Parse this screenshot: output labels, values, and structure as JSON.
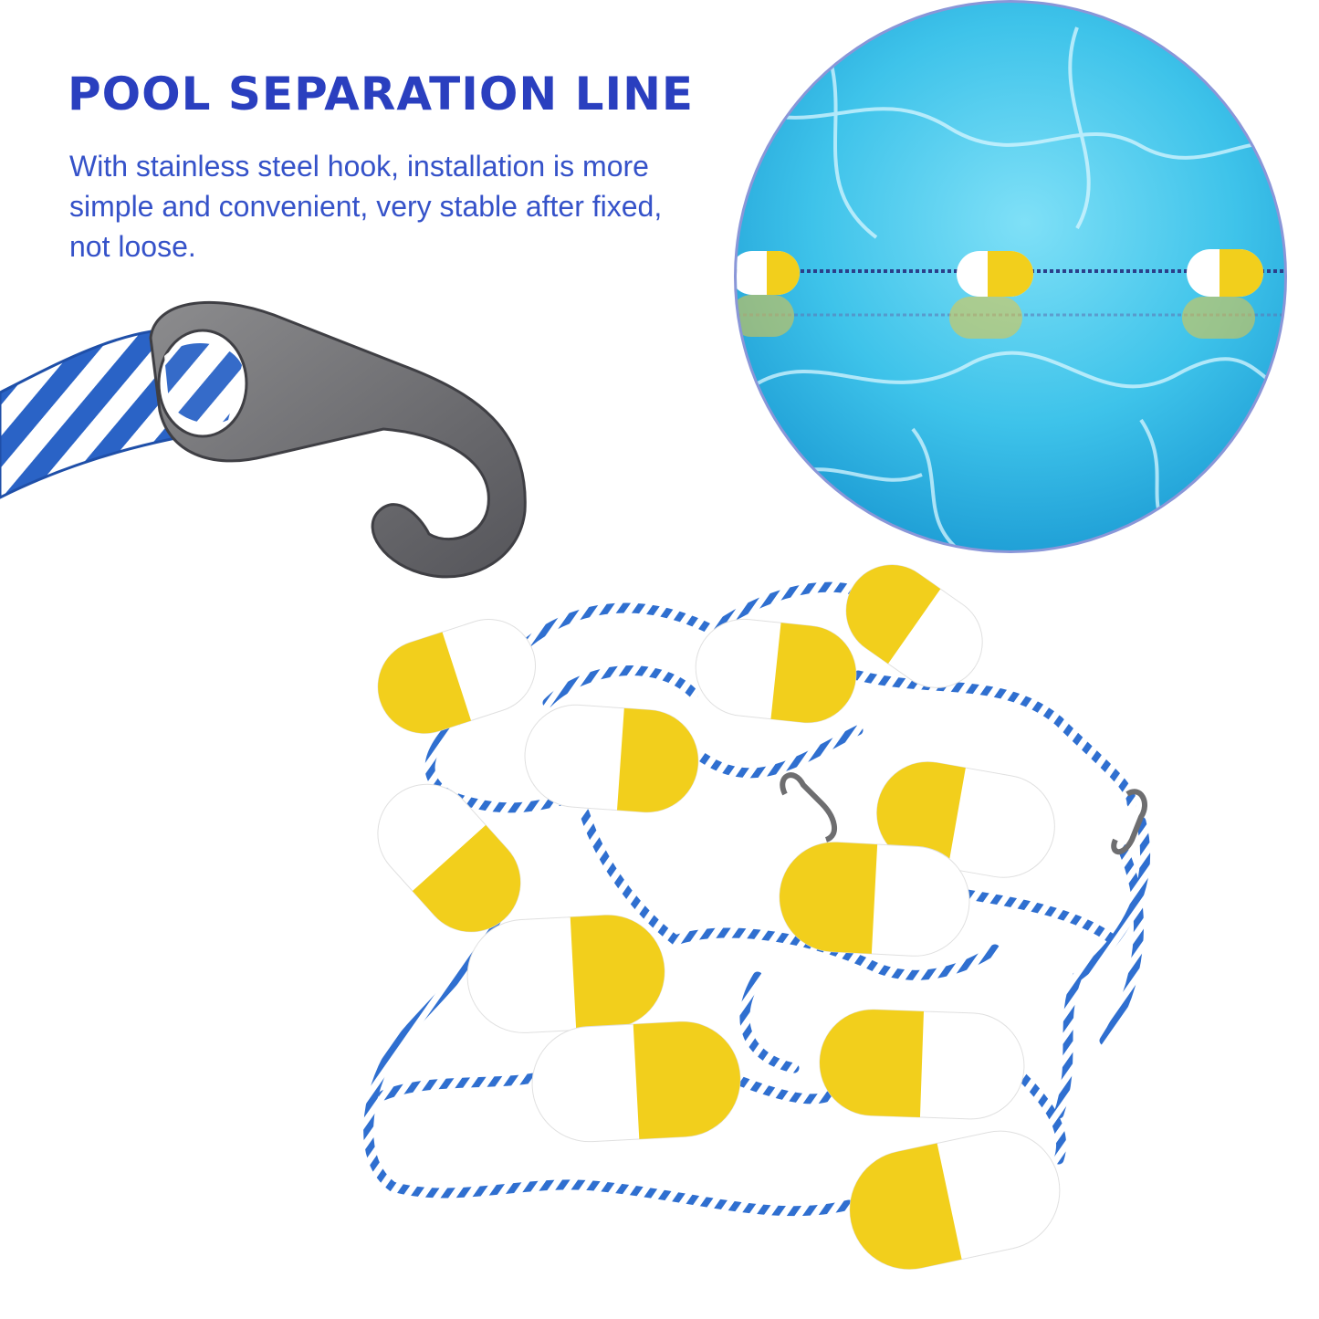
{
  "heading": {
    "title": "POOL SEPARATION LINE",
    "description": "With stainless steel hook, installation is more simple and convenient, very stable after fixed, not loose."
  },
  "colors": {
    "heading_blue": "#2a3fbf",
    "text_blue": "#3552c9",
    "float_yellow": "#f2cf1c",
    "float_white": "#ffffff",
    "rope_blue": "#2f6fd0",
    "pool_water": "#3ec3ea",
    "hook_grey": "#6e6e70"
  },
  "images": {
    "hook_closeup": "stainless-steel-hook-on-braided-rope",
    "pool_inset": "floating-lane-line-in-pool",
    "product": "coiled-rope-with-yellow-white-floats"
  }
}
